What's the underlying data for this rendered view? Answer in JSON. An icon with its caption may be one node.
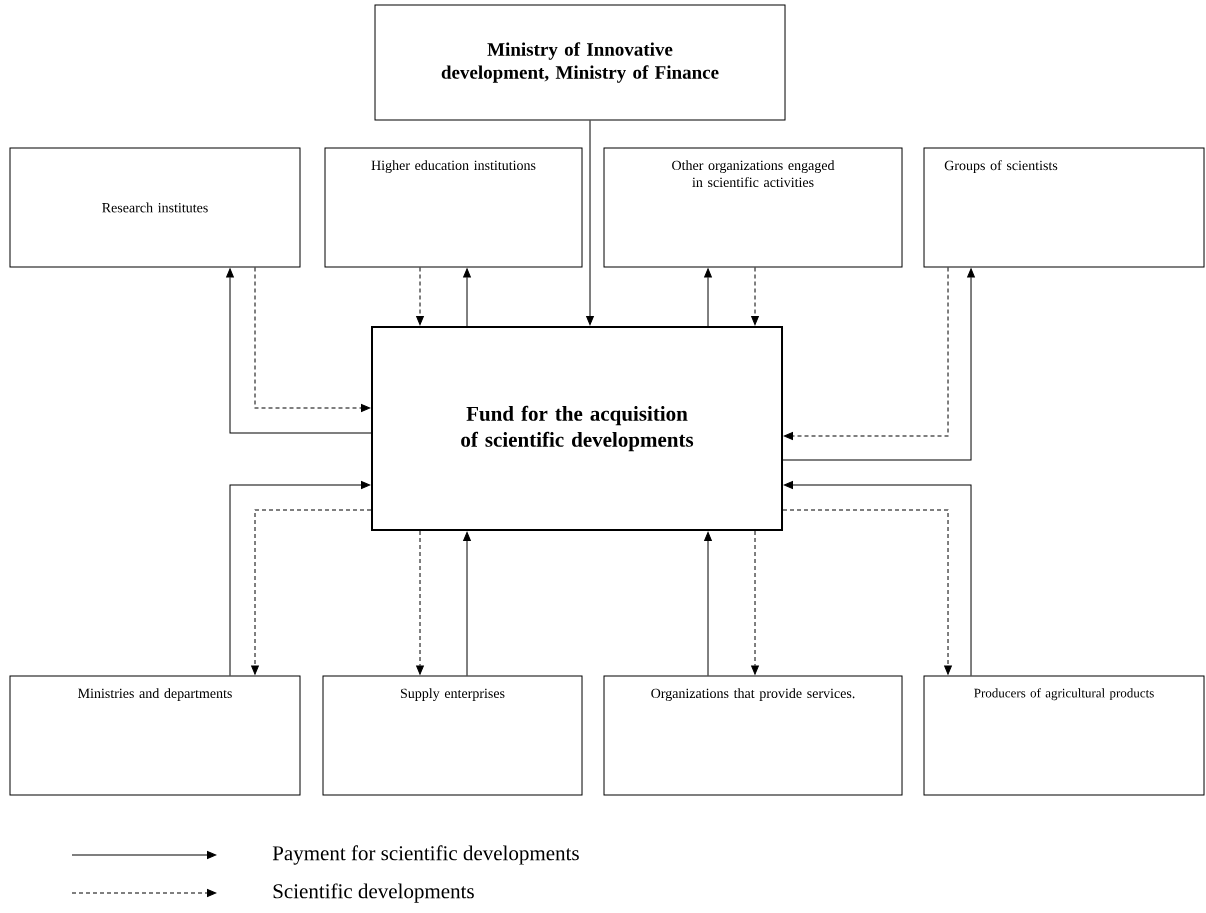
{
  "diagram": {
    "nodes": [
      {
        "text": [
          "Ministry of Innovative development, Ministry of Finance"
        ]
      },
      {
        "text": [
          "Fund for the acquisition of scientific developments"
        ]
      },
      {
        "text": [
          "Research institutes"
        ]
      },
      {
        "text": [
          "Higher education institutions"
        ]
      },
      {
        "text": [
          "Other organizations engaged in scientific activities"
        ]
      },
      {
        "text": [
          "Groups of scientists"
        ]
      },
      {
        "text": [
          "Ministries and departments"
        ]
      },
      {
        "text": [
          "Supply enterprises"
        ]
      },
      {
        "text": [
          "Organizations that provide services."
        ]
      },
      {
        "text": [
          "Producers of agricultural products"
        ]
      }
    ],
    "edges": [
      {
        "from": 0,
        "to": 1,
        "arrow": "to"
      },
      {
        "from": 1,
        "to": 2,
        "arrow": "to"
      },
      {
        "from": 2,
        "to": 1,
        "arrow": "to",
        "style": "dashed"
      },
      {
        "from": 3,
        "to": 1,
        "arrow": "to",
        "style": "dashed"
      },
      {
        "from": 1,
        "to": 3,
        "arrow": "to"
      },
      {
        "from": 1,
        "to": 4,
        "arrow": "to"
      },
      {
        "from": 4,
        "to": 1,
        "arrow": "to",
        "style": "dashed"
      },
      {
        "from": 5,
        "to": 1,
        "arrow": "to",
        "style": "dashed"
      },
      {
        "from": 1,
        "to": 5,
        "arrow": "to"
      },
      {
        "from": 6,
        "to": 1,
        "arrow": "to"
      },
      {
        "from": 1,
        "to": 6,
        "arrow": "to",
        "style": "dashed"
      },
      {
        "from": 1,
        "to": 7,
        "arrow": "to",
        "style": "dashed"
      },
      {
        "from": 7,
        "to": 1,
        "arrow": "to"
      },
      {
        "from": 8,
        "to": 1,
        "arrow": "to"
      },
      {
        "from": 1,
        "to": 8,
        "arrow": "to",
        "style": "dashed"
      },
      {
        "from": 1,
        "to": 9,
        "arrow": "to",
        "style": "dashed"
      },
      {
        "from": 9,
        "to": 1,
        "arrow": "to"
      }
    ],
    "legend": [
      {
        "text": "Payment for scientific developments"
      },
      {
        "text": "Scientific developments"
      }
    ]
  }
}
